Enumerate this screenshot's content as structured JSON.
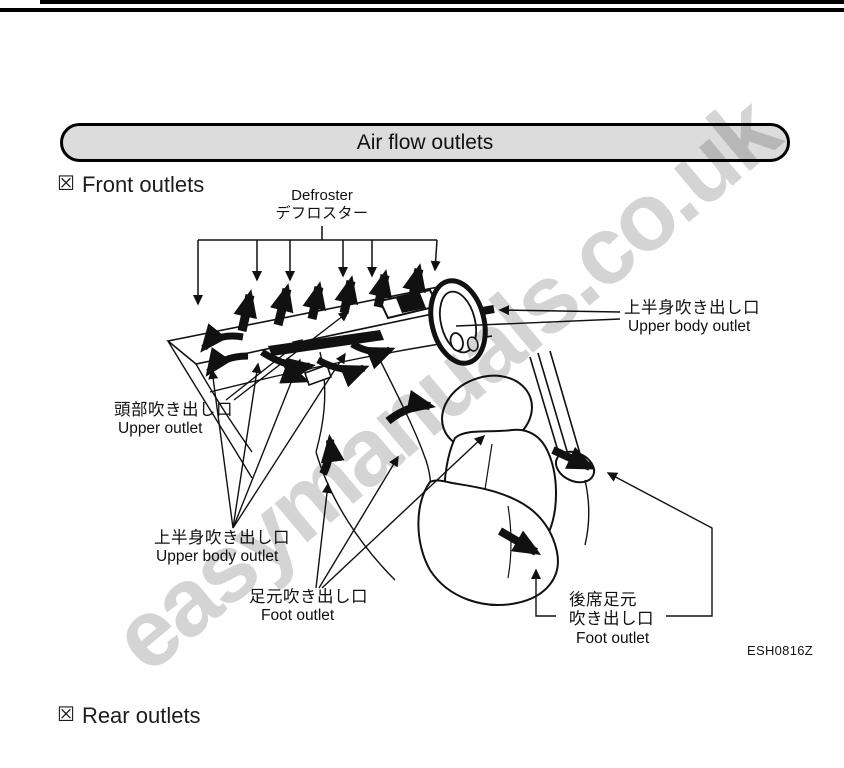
{
  "page": {
    "background": "#ffffff",
    "watermark_text": "easymanuals.co.uk",
    "watermark_color": "#d4d4d4",
    "figure_code": "ESH0816Z"
  },
  "title_bar": {
    "label": "Air flow outlets",
    "fill": "#dcdcdc",
    "border": "#000000"
  },
  "headings": {
    "front": {
      "bullet": "☒",
      "label": "Front outlets"
    },
    "rear": {
      "bullet": "☒",
      "label": "Rear outlets"
    }
  },
  "diagram": {
    "defroster": {
      "en": "Defroster",
      "jp": "デフロスター"
    },
    "upper_body_outlet_right": {
      "jp": "上半身吹き出し口",
      "en": "Upper body outlet"
    },
    "upper_outlet": {
      "jp": "頭部吹き出し口",
      "en": "Upper outlet"
    },
    "upper_body_outlet_left": {
      "jp": "上半身吹き出し口",
      "en": "Upper body outlet"
    },
    "foot_outlet": {
      "jp": "足元吹き出し口",
      "en": "Foot outlet"
    },
    "rear_foot_outlet": {
      "jp_line1": "後席足元",
      "jp_line2": "吹き出し口",
      "en": "Foot outlet"
    }
  }
}
